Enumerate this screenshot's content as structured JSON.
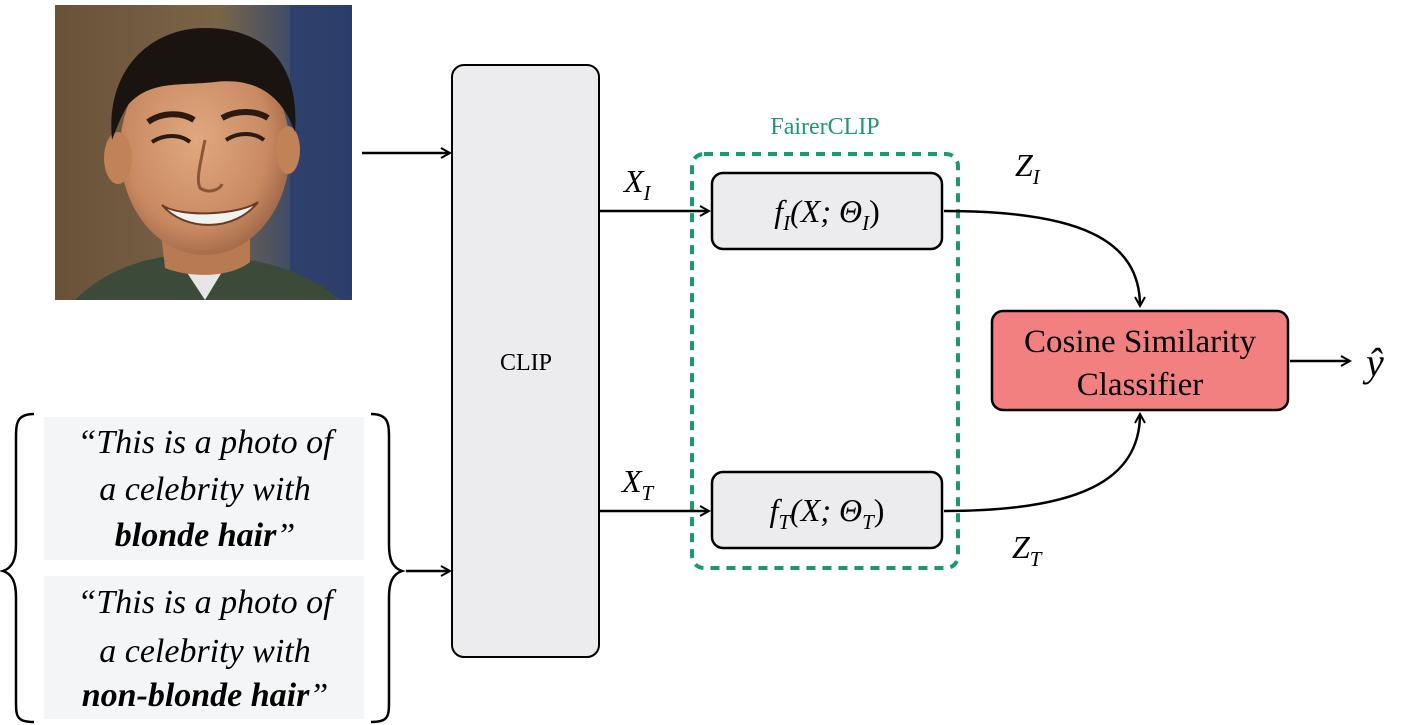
{
  "clip_label": "CLIP",
  "fairerclip_label": "FairerCLIP",
  "image_feature_label": {
    "base": "X",
    "sub": "I"
  },
  "text_feature_label": {
    "base": "X",
    "sub": "T"
  },
  "image_encoder": {
    "fn": "f",
    "sub": "I",
    "args": "(X; Θ",
    "param_sub": "I",
    "close": ")"
  },
  "text_encoder": {
    "fn": "f",
    "sub": "T",
    "args": "(X; Θ",
    "param_sub": "T",
    "close": ")"
  },
  "image_embedding_label": {
    "base": "Z",
    "sub": "I"
  },
  "text_embedding_label": {
    "base": "Z",
    "sub": "T"
  },
  "classifier": {
    "line1": "Cosine Similarity",
    "line2": "Classifier"
  },
  "output_label": "ŷ",
  "prompts": [
    {
      "line1": "“This is a photo of",
      "line2": "a celebrity with",
      "bold": "blonde hair",
      "end": "”"
    },
    {
      "line1": "“This is a photo of",
      "line2": "a celebrity with",
      "bold": "non-blonde hair",
      "end": "”"
    }
  ],
  "colors": {
    "box_fill": "#ececee",
    "fairer_green": "#1a9a6e",
    "classifier_fill": "#f28080"
  }
}
